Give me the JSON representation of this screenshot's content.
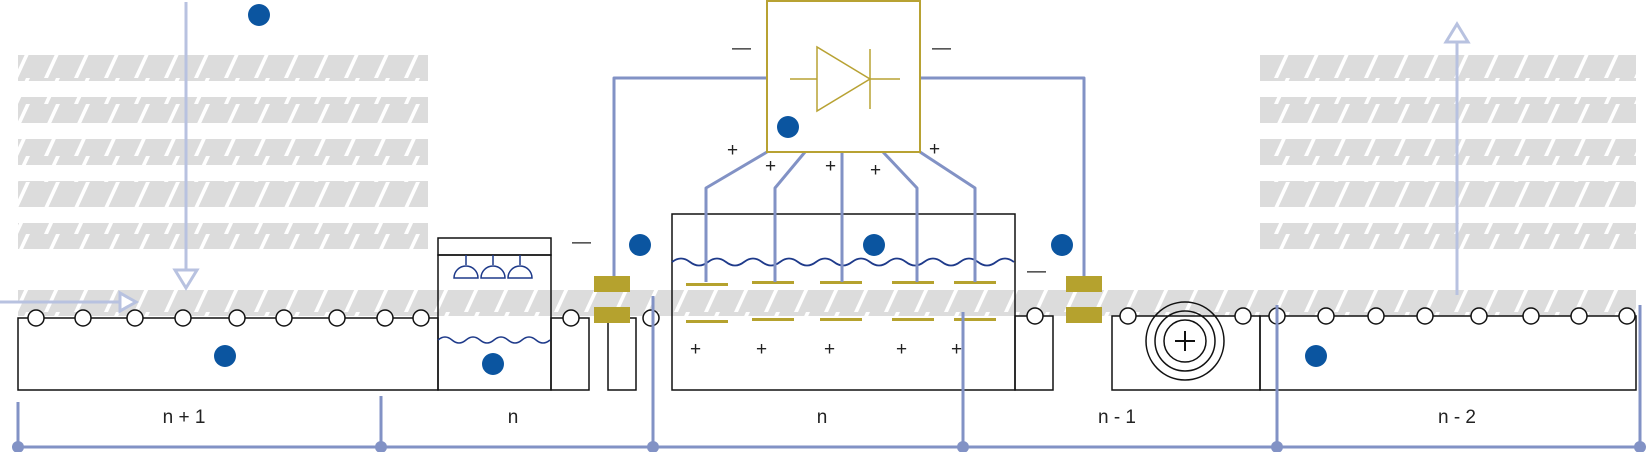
{
  "labels": {
    "section_n_plus_1": "n + 1",
    "section_n_rinse": "n",
    "section_n_main": "n",
    "section_n_minus_1": "n - 1",
    "section_n_minus_2": "n - 2"
  },
  "symbols": {
    "minus": "—",
    "plus": "+"
  },
  "colors": {
    "wire": "#8292c5",
    "wire_light": "#b8c2e0",
    "gold": "#b5a22e",
    "gold_outline": "#b8a233",
    "marker": "#0b55a0",
    "stripe": "#dcdcdc",
    "liquid": "#1e3a8a",
    "outline": "#111111"
  },
  "icons": {
    "rectifier": "diode-icon",
    "marker": "dot-marker-icon",
    "pulley": "pulley-icon",
    "sprayers": "spray-nozzle-icon",
    "flow_in": "arrow-right-icon",
    "flow_down": "arrow-down-icon",
    "flow_up": "arrow-up-icon"
  }
}
